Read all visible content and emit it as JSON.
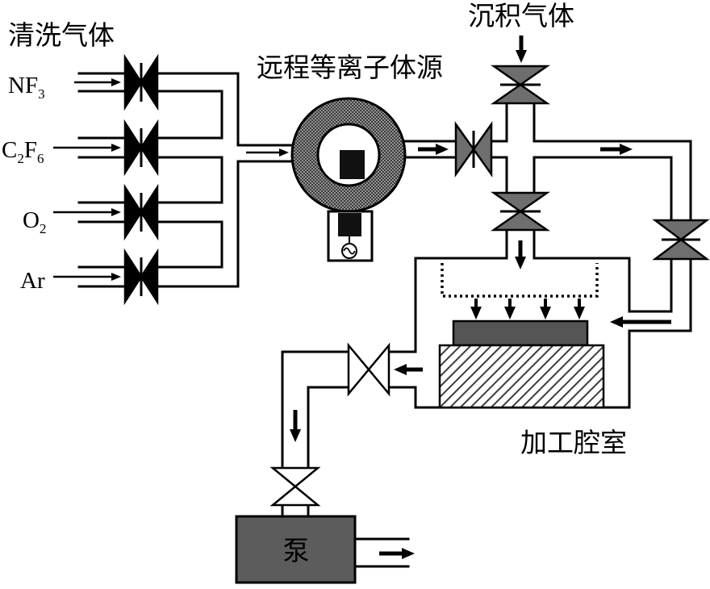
{
  "labels": {
    "cleaning_gas": "清洗气体",
    "deposition_gas": "沉积气体",
    "plasma_source": "远程等离子体源",
    "process_chamber": "加工腔室",
    "pump": "泵"
  },
  "gases": [
    {
      "main": "NF",
      "sub": "3"
    },
    {
      "main": "C",
      "sub": "2",
      "main2": "F",
      "sub2": "6"
    },
    {
      "main": "O",
      "sub": "2"
    },
    {
      "main": "Ar"
    }
  ],
  "colors": {
    "background": "#ffffff",
    "valve_black": "#000000",
    "valve_grey": "#6e6e6e",
    "valve_white": "#ffffff",
    "pump_fill": "#5c5c5c",
    "wafer_fill": "#555555"
  }
}
